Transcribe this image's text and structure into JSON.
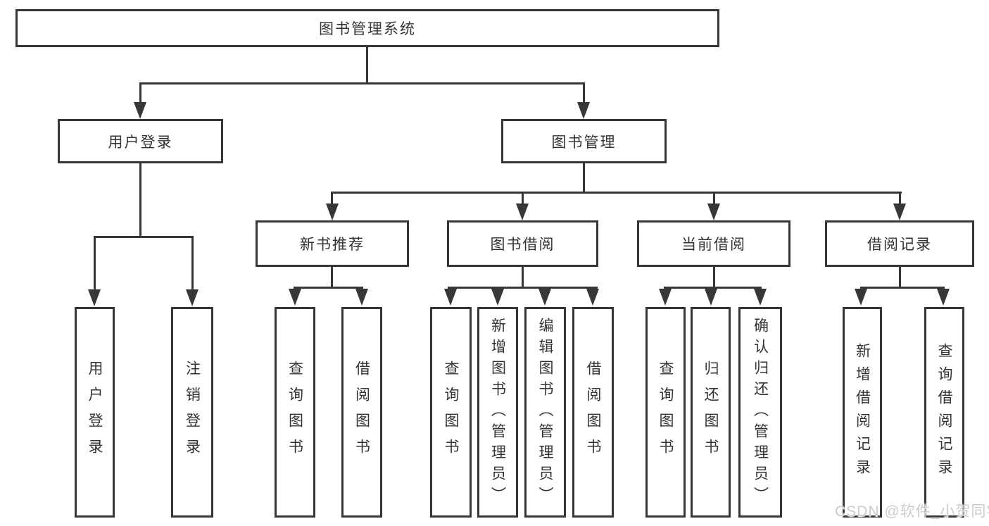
{
  "tree": {
    "root": {
      "label": "图书管理系统"
    },
    "children": [
      {
        "label": "用户登录",
        "children": [
          {
            "label": "用户登录"
          },
          {
            "label": "注销登录"
          }
        ]
      },
      {
        "label": "图书管理",
        "children": [
          {
            "label": "新书推荐",
            "children": [
              {
                "label": "查询图书"
              },
              {
                "label": "借阅图书"
              }
            ]
          },
          {
            "label": "图书借阅",
            "children": [
              {
                "label": "查询图书"
              },
              {
                "label": "新增图书（管理员）"
              },
              {
                "label": "编辑图书（管理员）"
              },
              {
                "label": "借阅图书"
              }
            ]
          },
          {
            "label": "当前借阅",
            "children": [
              {
                "label": "查询图书"
              },
              {
                "label": "归还图书"
              },
              {
                "label": "确认归还（管理员）"
              }
            ]
          },
          {
            "label": "借阅记录",
            "children": [
              {
                "label": "新增借阅记录"
              },
              {
                "label": "查询借阅记录"
              }
            ]
          }
        ]
      }
    ]
  },
  "watermark": "CSDN @软件_小贺同学",
  "colors": {
    "line": "#373737",
    "box_border": "#373737",
    "box_background": "#ffffff",
    "text": "#333333",
    "watermark": "#cccccc",
    "page_background": "#ffffff"
  }
}
